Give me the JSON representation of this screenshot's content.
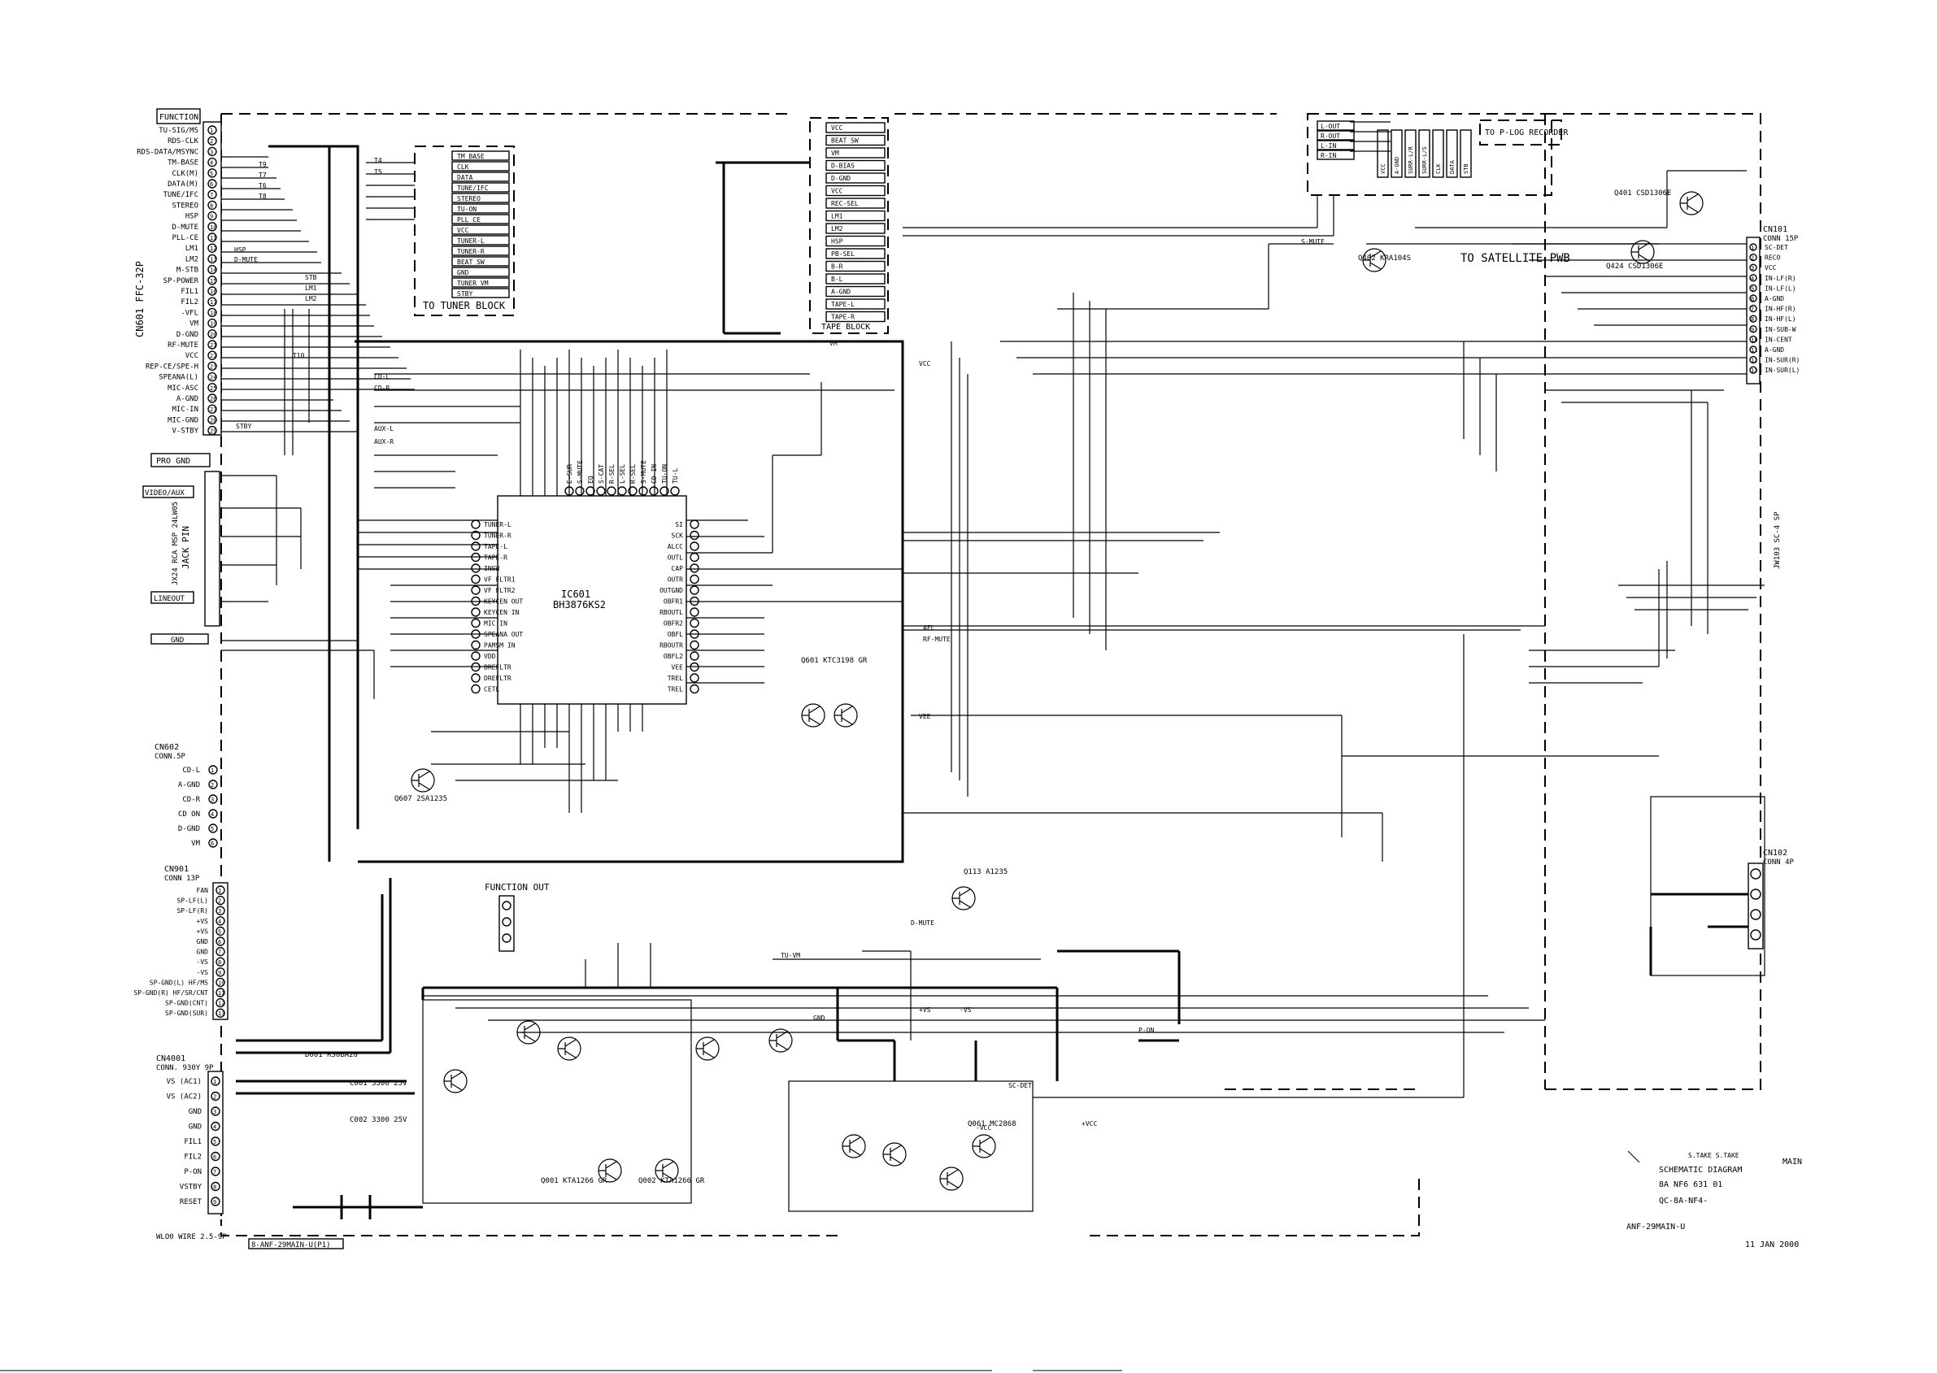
{
  "connectors": {
    "cn601": {
      "title": "FUNCTION",
      "label": "CN601 FFC-32P",
      "pins": [
        "TU-SIG/MS",
        "RDS-CLK",
        "RDS-DATA/MSYNC",
        "TM-BASE",
        "CLK(M)",
        "DATA(M)",
        "TUNE/IFC",
        "STEREO",
        "HSP",
        "D-MUTE",
        "PLL-CE",
        "LM1",
        "LM2",
        "M-STB",
        "SP-POWER",
        "FIL1",
        "FIL2",
        "-VFL",
        "VM",
        "D-GND",
        "RF-MUTE",
        "VCC",
        "REP-CE/SPE-H",
        "SPEANA(L)",
        "MIC-ASC",
        "A-GND",
        "MIC-IN",
        "MIC-GND",
        "V-STBY"
      ]
    },
    "jack": {
      "title": "VIDEO/AUX",
      "label": "JACK PIN",
      "sub": "JX24 RCA MSP 24LW05",
      "pro_gnd": "PRO GND",
      "lineout": "LINEOUT",
      "gnd": "GND"
    },
    "cn602": {
      "label": "CN602",
      "sub": "CONN.5P",
      "pins": [
        "CD-L",
        "A-GND",
        "CD-R",
        "CD ON",
        "D-GND",
        "VM"
      ]
    },
    "cn901": {
      "label": "CN901",
      "sub": "CONN 13P",
      "pins": [
        "FAN",
        "SP-LF(L)",
        "SP-LF(R)",
        "+VS",
        "+VS",
        "GND",
        "GND",
        "-VS",
        "-VS",
        "SP-GND(L) HF/MS",
        "SP-GND(R) HF/SR/CNT",
        "SP-GND(CNT)",
        "SP-GND(SUR)"
      ]
    },
    "cn4001": {
      "label": "CN4001",
      "sub": "CONN. 930Y 9P",
      "pins": [
        "VS (AC1)",
        "VS (AC2)",
        "GND",
        "GND",
        "FIL1",
        "FIL2",
        "P-ON",
        "VSTBY",
        "RESET"
      ],
      "wire": "WLO0 WIRE 2.5-9P"
    },
    "cn101": {
      "label": "CN101",
      "sub": "CONN 15P",
      "pins": [
        "SC-DET",
        "RECO",
        "VCC",
        "IN-LF(R)",
        "IN-LF(L)",
        "A-GND",
        "IN-HF(R)",
        "IN-HF(L)",
        "IN-SUB-W",
        "IN-CENT",
        "A-GND",
        "IN-SUR(R)",
        "IN-SUR(L)"
      ]
    },
    "cn102": {
      "label": "CN102",
      "sub": "CONN 4P"
    },
    "jw_block": {
      "label": "JW103 SC-4 SP"
    }
  },
  "blocks": {
    "tuner": {
      "title": "TO TUNER BLOCK",
      "pins": [
        "TM BASE",
        "CLK",
        "DATA",
        "TUNE/IFC",
        "STEREO",
        "TU-ON",
        "PLL CE",
        "VCC",
        "TUNER-L",
        "TUNER-R",
        "BEAT SW",
        "GND",
        "TUNER VM",
        "STBY"
      ]
    },
    "tape": {
      "title": "TAPE BLOCK",
      "pins": [
        "VCC",
        "BEAT SW",
        "VM",
        "D-BIAS",
        "D-GND",
        "VCC",
        "REC-SEL",
        "LM1",
        "LM2",
        "HSP",
        "PB-SEL",
        "B-R",
        "B-L",
        "A-GND",
        "TAPE-L",
        "TAPE-R"
      ]
    },
    "recorder": {
      "title": "TO P-LOG RECORDER",
      "pins": [
        "L-OUT",
        "R-OUT",
        "L-IN",
        "R-IN"
      ]
    },
    "satellite": {
      "title": "TO SATELLITE PWB"
    },
    "function_out": {
      "title": "FUNCTION OUT"
    },
    "surround": {
      "pins": [
        "VCC",
        "A-GND",
        "SURR-L/R",
        "SURR-L/S",
        "CLK",
        "DATA",
        "STB"
      ]
    }
  },
  "ic601": {
    "name": "IC601",
    "part": "BH3876KS2",
    "left_pins": [
      "TUNER-L",
      "TUNER-R",
      "TAPE-L",
      "TAPE-R",
      "INSW",
      "VF FLTR1",
      "VF FLTR2",
      "KEYCEN OUT",
      "KEYCEN IN",
      "MIC IN",
      "SPEANA OUT",
      "PAMSM IN",
      "VDD",
      "BREFLTR",
      "DREFLTR",
      "CETL"
    ],
    "right_pins": [
      "SI",
      "SCK",
      "ALCC",
      "OUTL",
      "CAP",
      "OUTR",
      "OUTGND",
      "OBFR1",
      "RBOUTL",
      "OBFR2",
      "OBFL",
      "RBOUTR",
      "OBFL2",
      "VEE",
      "TREL",
      "TREL"
    ],
    "top_labels": [
      "E-SUR",
      "S-MUTE",
      "EQ",
      "S-CAT",
      "R-SEL",
      "L-SEL",
      "R-SEL",
      "S-MUTE",
      "CD-IN",
      "TU-ON",
      "TU-L"
    ]
  },
  "power_labels": {
    "top": [
      "T9",
      "T7",
      "T6",
      "T8",
      "T4",
      "T5",
      "T10",
      "HSP",
      "D-MUTE",
      "STB",
      "LM1",
      "LM2",
      "AUX-L",
      "AUX-R",
      "CD-L",
      "CD-R",
      "STBY",
      "VCC",
      "VM"
    ],
    "mid": [
      "VEE",
      "D-MUTE",
      "AFL",
      "RF-MUTE",
      "S-MUTE",
      "TU-VM",
      "P-ON",
      "+VS",
      "-VS",
      "GND",
      "-VCC",
      "+VCC",
      "SC-DET"
    ]
  },
  "parts": {
    "q601": "Q601 KTC3198 GR",
    "q607": "Q607 2SA1235",
    "q113": "Q113 A1235",
    "q401": "Q401 CSD1306E",
    "q402": "Q402 KRA104S",
    "q424": "Q424 CSD1306E",
    "d001": "D001 RS0BA20",
    "q001": "Q001 KTA1266 GR",
    "q002": "Q002 KTA1266 GR",
    "q061": "Q061 MC2868",
    "c001": "C001 3300 25V",
    "c002": "C002 3300 25V"
  },
  "title_block": {
    "line1": "S.TAKE S.TAKE",
    "line2": "SCHEMATIC DIAGRAM",
    "line3": "MAIN",
    "line4": "8A NF6 631 01",
    "line5": "QC-8A-NF4-",
    "board": "ANF-29MAIN-U",
    "date": "11 JAN 2000",
    "bottom_ref": "8-ANF-29MAIN-U(P1)"
  }
}
